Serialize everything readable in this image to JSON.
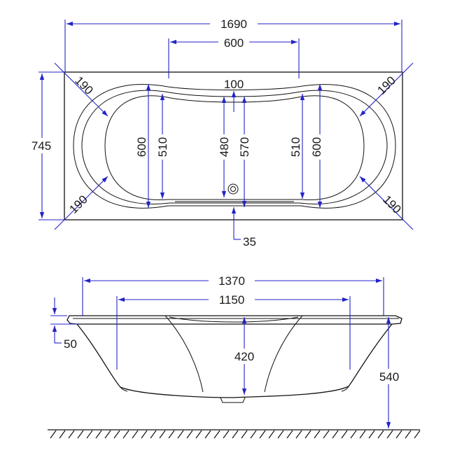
{
  "plan_view": {
    "overall_length": "1690",
    "overhang_span": "600",
    "centre_gap": "100",
    "overall_width": "745",
    "corner_radius_top_left": "190",
    "corner_radius_top_right": "190",
    "corner_radius_bottom_left": "190",
    "corner_radius_bottom_right": "190",
    "left_outer_width": "600",
    "left_inner_width": "510",
    "centre_width_inner": "480",
    "centre_width_outer": "570",
    "right_inner_width": "510",
    "right_outer_width": "600",
    "drain_offset": "35"
  },
  "side_view": {
    "top_length": "1370",
    "bottom_length": "1150",
    "rim_thickness": "50",
    "inner_depth": "420",
    "overall_height": "540"
  },
  "colors": {
    "dimension": "#2323c8",
    "outline": "#111111",
    "text": "#1a1a1a"
  }
}
